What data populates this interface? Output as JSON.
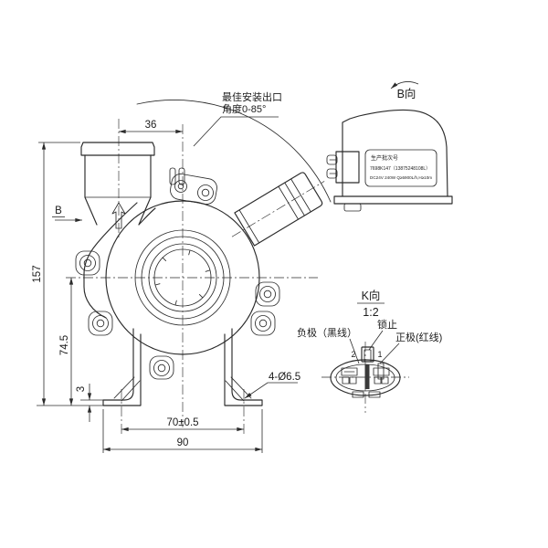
{
  "front": {
    "direction_letter": "B",
    "note1": "最佳安装出口",
    "note2": "角度0-85°",
    "dim36": "36",
    "dim157": "157",
    "dim745": "74.5",
    "dim3": "3",
    "dim70": "70±0.5",
    "dim90": "90",
    "holes_callout": "4-Ø6.5"
  },
  "side": {
    "label": "B向",
    "plate_l1": "生产批次号",
    "plate_l2": "7698K147（13875248108L）",
    "plate_l3": "DC24V 240W Q≥5900L/h,H≥10m"
  },
  "connector": {
    "label": "K向",
    "scale": "1:2",
    "neg": "负极（黑线）",
    "lock": "锁止",
    "pos": "正极(红线)",
    "pin2": "2",
    "pin1": "1"
  },
  "colors": {
    "line": "#2b2b2b",
    "background": "#ffffff"
  }
}
